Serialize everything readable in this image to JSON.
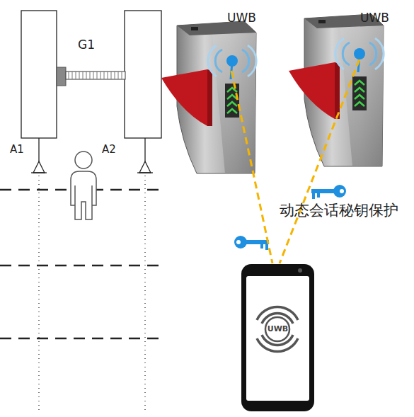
{
  "diagram": {
    "nodes": [
      {
        "text": [
          "UWB"
        ]
      },
      {
        "text": [
          "UWB"
        ]
      },
      {
        "text": [
          "UWB"
        ]
      }
    ],
    "edges": [
      {
        "from": 0,
        "to": 2,
        "arrow": "none"
      },
      {
        "from": 1,
        "to": 2,
        "arrow": "none"
      }
    ],
    "labels": [
      "G1",
      "A1",
      "A2",
      "动态会话秘钥保护"
    ]
  }
}
